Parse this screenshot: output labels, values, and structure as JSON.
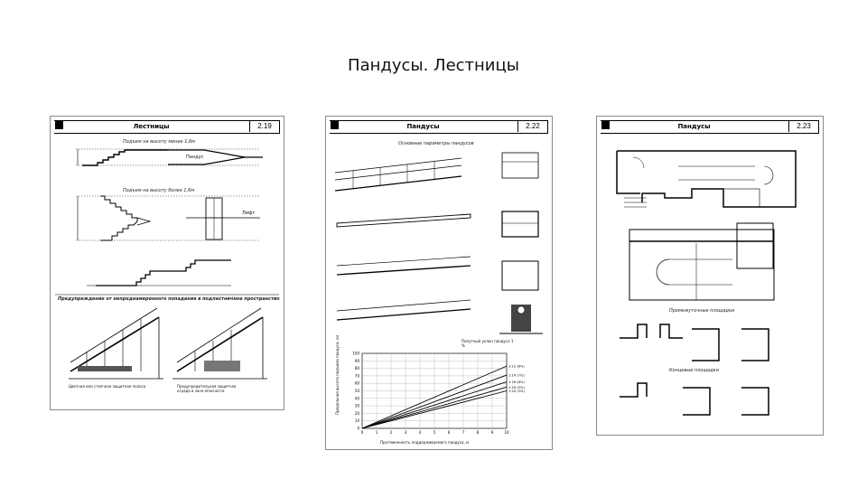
{
  "slide": {
    "title": "Пандусы. Лестницы"
  },
  "sheets": [
    {
      "header_title": "Лестницы",
      "number": "2.19",
      "labels": {
        "cap1": "Подъем на высоту менее 1,6м",
        "ramp": "Пандус",
        "cap2": "Подъем на высоту более 1,6м",
        "lift": "Лифт",
        "cap3": "Предупреждение от непреднамеренного попадания в подлестничное пространство",
        "note1": "Цветная или стоячная защитная полоса",
        "note2": "Предупредительная защитная ограда в зоне опасности"
      }
    },
    {
      "header_title": "Пандусы",
      "number": "2.22",
      "labels": {
        "cap1": "Основные параметры пандусов",
        "note1": "Попутный уклон пандуса 1 %",
        "xlabel": "Протяженность поддерживаемого пандуса, м",
        "ylabel": "Предельная высота подъема пандуса, см"
      }
    },
    {
      "header_title": "Пандусы",
      "number": "2.23",
      "labels": {
        "cap1": "Промежуточные площадки",
        "cap2": "Концевые площадки"
      }
    }
  ],
  "chart_data": {
    "type": "line",
    "x_ticks": [
      0,
      1,
      2,
      3,
      4,
      5,
      6,
      7,
      8,
      9,
      10
    ],
    "y_ticks": [
      0,
      10,
      20,
      30,
      40,
      50,
      60,
      70,
      80,
      90,
      100
    ],
    "xlim": [
      0,
      10
    ],
    "ylim": [
      0,
      100
    ],
    "series": [
      {
        "name": "1:12 (8%)",
        "end": [
          10,
          83
        ]
      },
      {
        "name": "1:14 (7%)",
        "end": [
          10,
          71
        ]
      },
      {
        "name": "1:16 (6%)",
        "end": [
          10,
          62
        ]
      },
      {
        "name": "1:18 (5%)",
        "end": [
          10,
          55
        ]
      },
      {
        "name": "1:20 (5%)",
        "end": [
          10,
          50
        ]
      }
    ]
  }
}
